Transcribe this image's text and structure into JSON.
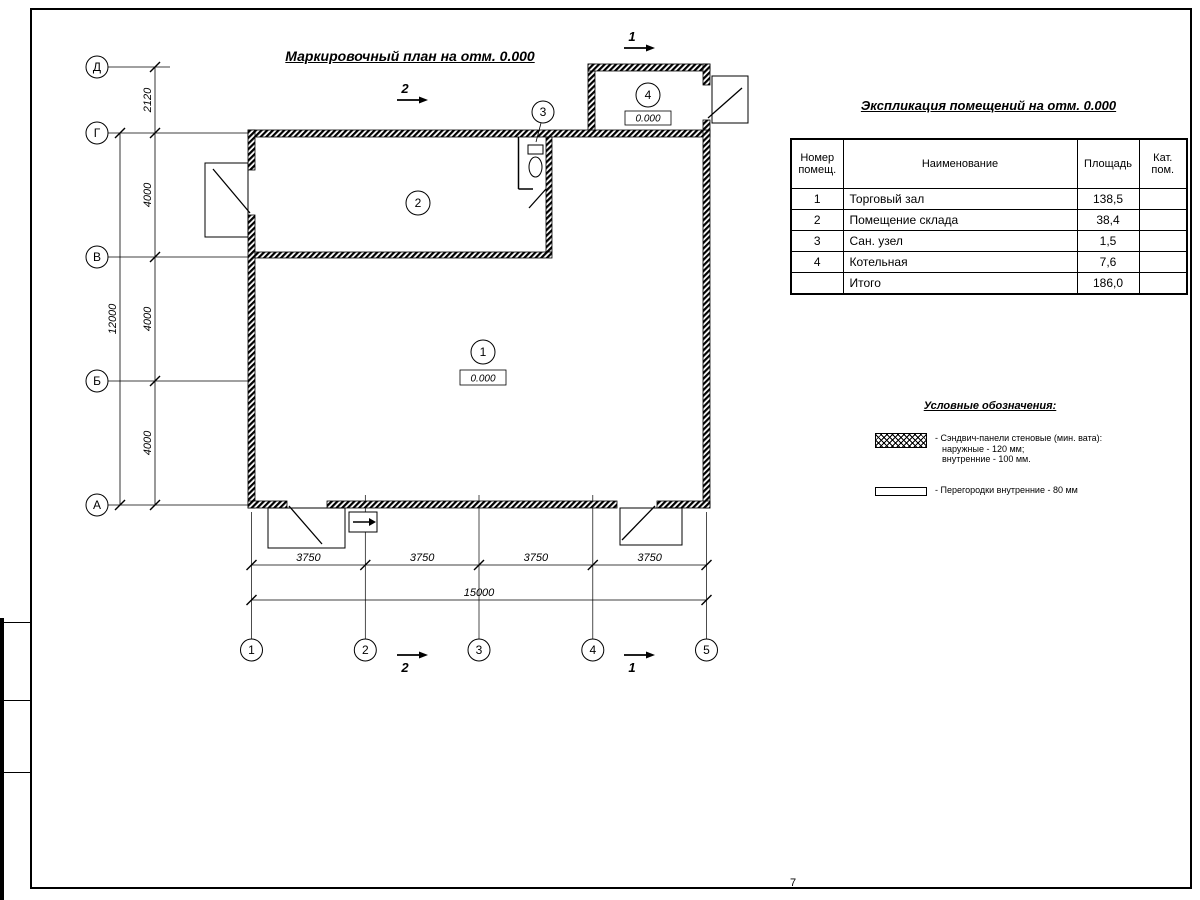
{
  "colors": {
    "ink": "#000000",
    "paper": "#ffffff"
  },
  "sheet": {
    "page_mark": "7"
  },
  "plan": {
    "title": "Маркировочный план на отм. 0.000",
    "left_axes": [
      "Д",
      "Г",
      "В",
      "Б",
      "А"
    ],
    "bottom_axes": [
      "1",
      "2",
      "3",
      "4",
      "5"
    ],
    "dims_left": [
      "2120",
      "4000",
      "4000",
      "4000"
    ],
    "dims_left_total": "12000",
    "dims_bottom": [
      "3750",
      "3750",
      "3750",
      "3750"
    ],
    "dims_bottom_total": "15000",
    "sections": {
      "mark1": "1",
      "mark2": "2"
    },
    "rooms": [
      {
        "num": "1",
        "elev": "0.000"
      },
      {
        "num": "2"
      },
      {
        "num": "3"
      },
      {
        "num": "4",
        "elev": "0.000"
      }
    ]
  },
  "schedule": {
    "title": "Экспликация помещений на отм. 0.000",
    "headers": {
      "num": "Номер помещ.",
      "name": "Наименование",
      "area": "Площадь",
      "cat": "Кат. пом."
    },
    "rows": [
      {
        "num": "1",
        "name": "Торговый зал",
        "area": "138,5",
        "cat": ""
      },
      {
        "num": "2",
        "name": "Помещение склада",
        "area": "38,4",
        "cat": ""
      },
      {
        "num": "3",
        "name": "Сан. узел",
        "area": "1,5",
        "cat": ""
      },
      {
        "num": "4",
        "name": "Котельная",
        "area": "7,6",
        "cat": ""
      },
      {
        "num": "",
        "name": "Итого",
        "area": "186,0",
        "cat": ""
      }
    ]
  },
  "legend": {
    "title": "Условные обозначения:",
    "items": [
      {
        "symbol": "sandwich-panel-hatch",
        "lines": [
          "- Сэндвич-панели стеновые (мин. вата):",
          "наружные - 120 мм;",
          "внутренние - 100 мм."
        ]
      },
      {
        "symbol": "partition-double-line",
        "lines": [
          "- Перегородки внутренние - 80 мм"
        ]
      }
    ]
  }
}
